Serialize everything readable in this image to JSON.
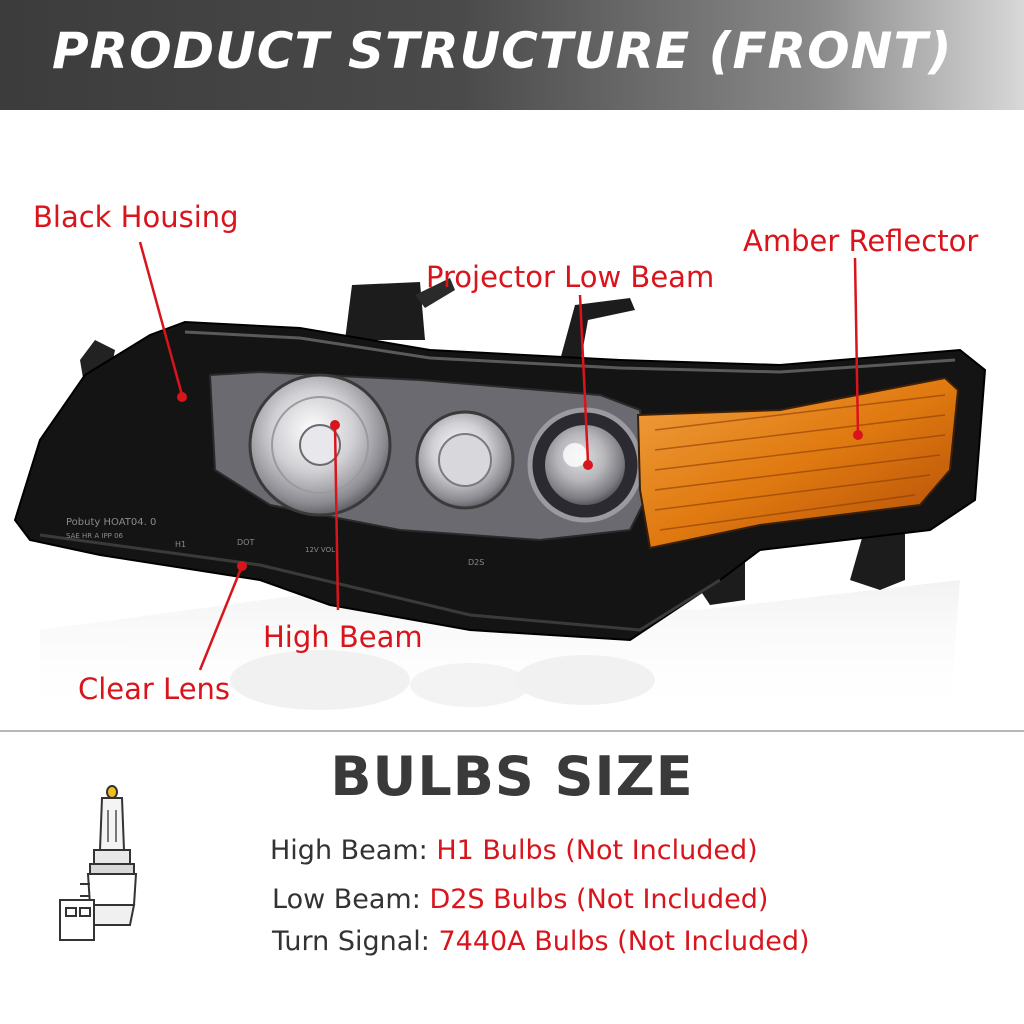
{
  "header": {
    "title": "PRODUCT STRUCTURE (FRONT)"
  },
  "callouts": {
    "black_housing": "Black Housing",
    "amber_reflector": "Amber Reflector",
    "projector_low_beam": "Projector Low Beam",
    "high_beam": "High Beam",
    "clear_lens": "Clear Lens"
  },
  "headlight_text": {
    "model": "Pobuty HOAT04. 0",
    "code": "SAE HR A IPP 06",
    "h1": "H1",
    "dot": "DOT",
    "volt": "12V VOL",
    "d2s": "D2S"
  },
  "bulbs": {
    "title": "BULBS SIZE",
    "specs": [
      {
        "label": "High Beam:",
        "value": "H1 Bulbs (Not Included)"
      },
      {
        "label": "Low Beam:",
        "value": "D2S Bulbs (Not Included)"
      },
      {
        "label": "Turn Signal:",
        "value": "7440A Bulbs (Not Included)"
      }
    ]
  },
  "colors": {
    "header_bg": "#3c3c3c",
    "callout_red": "#d8141c",
    "amber": "#e07a10",
    "housing_black": "#141414",
    "chrome": "#c8c8cc"
  }
}
